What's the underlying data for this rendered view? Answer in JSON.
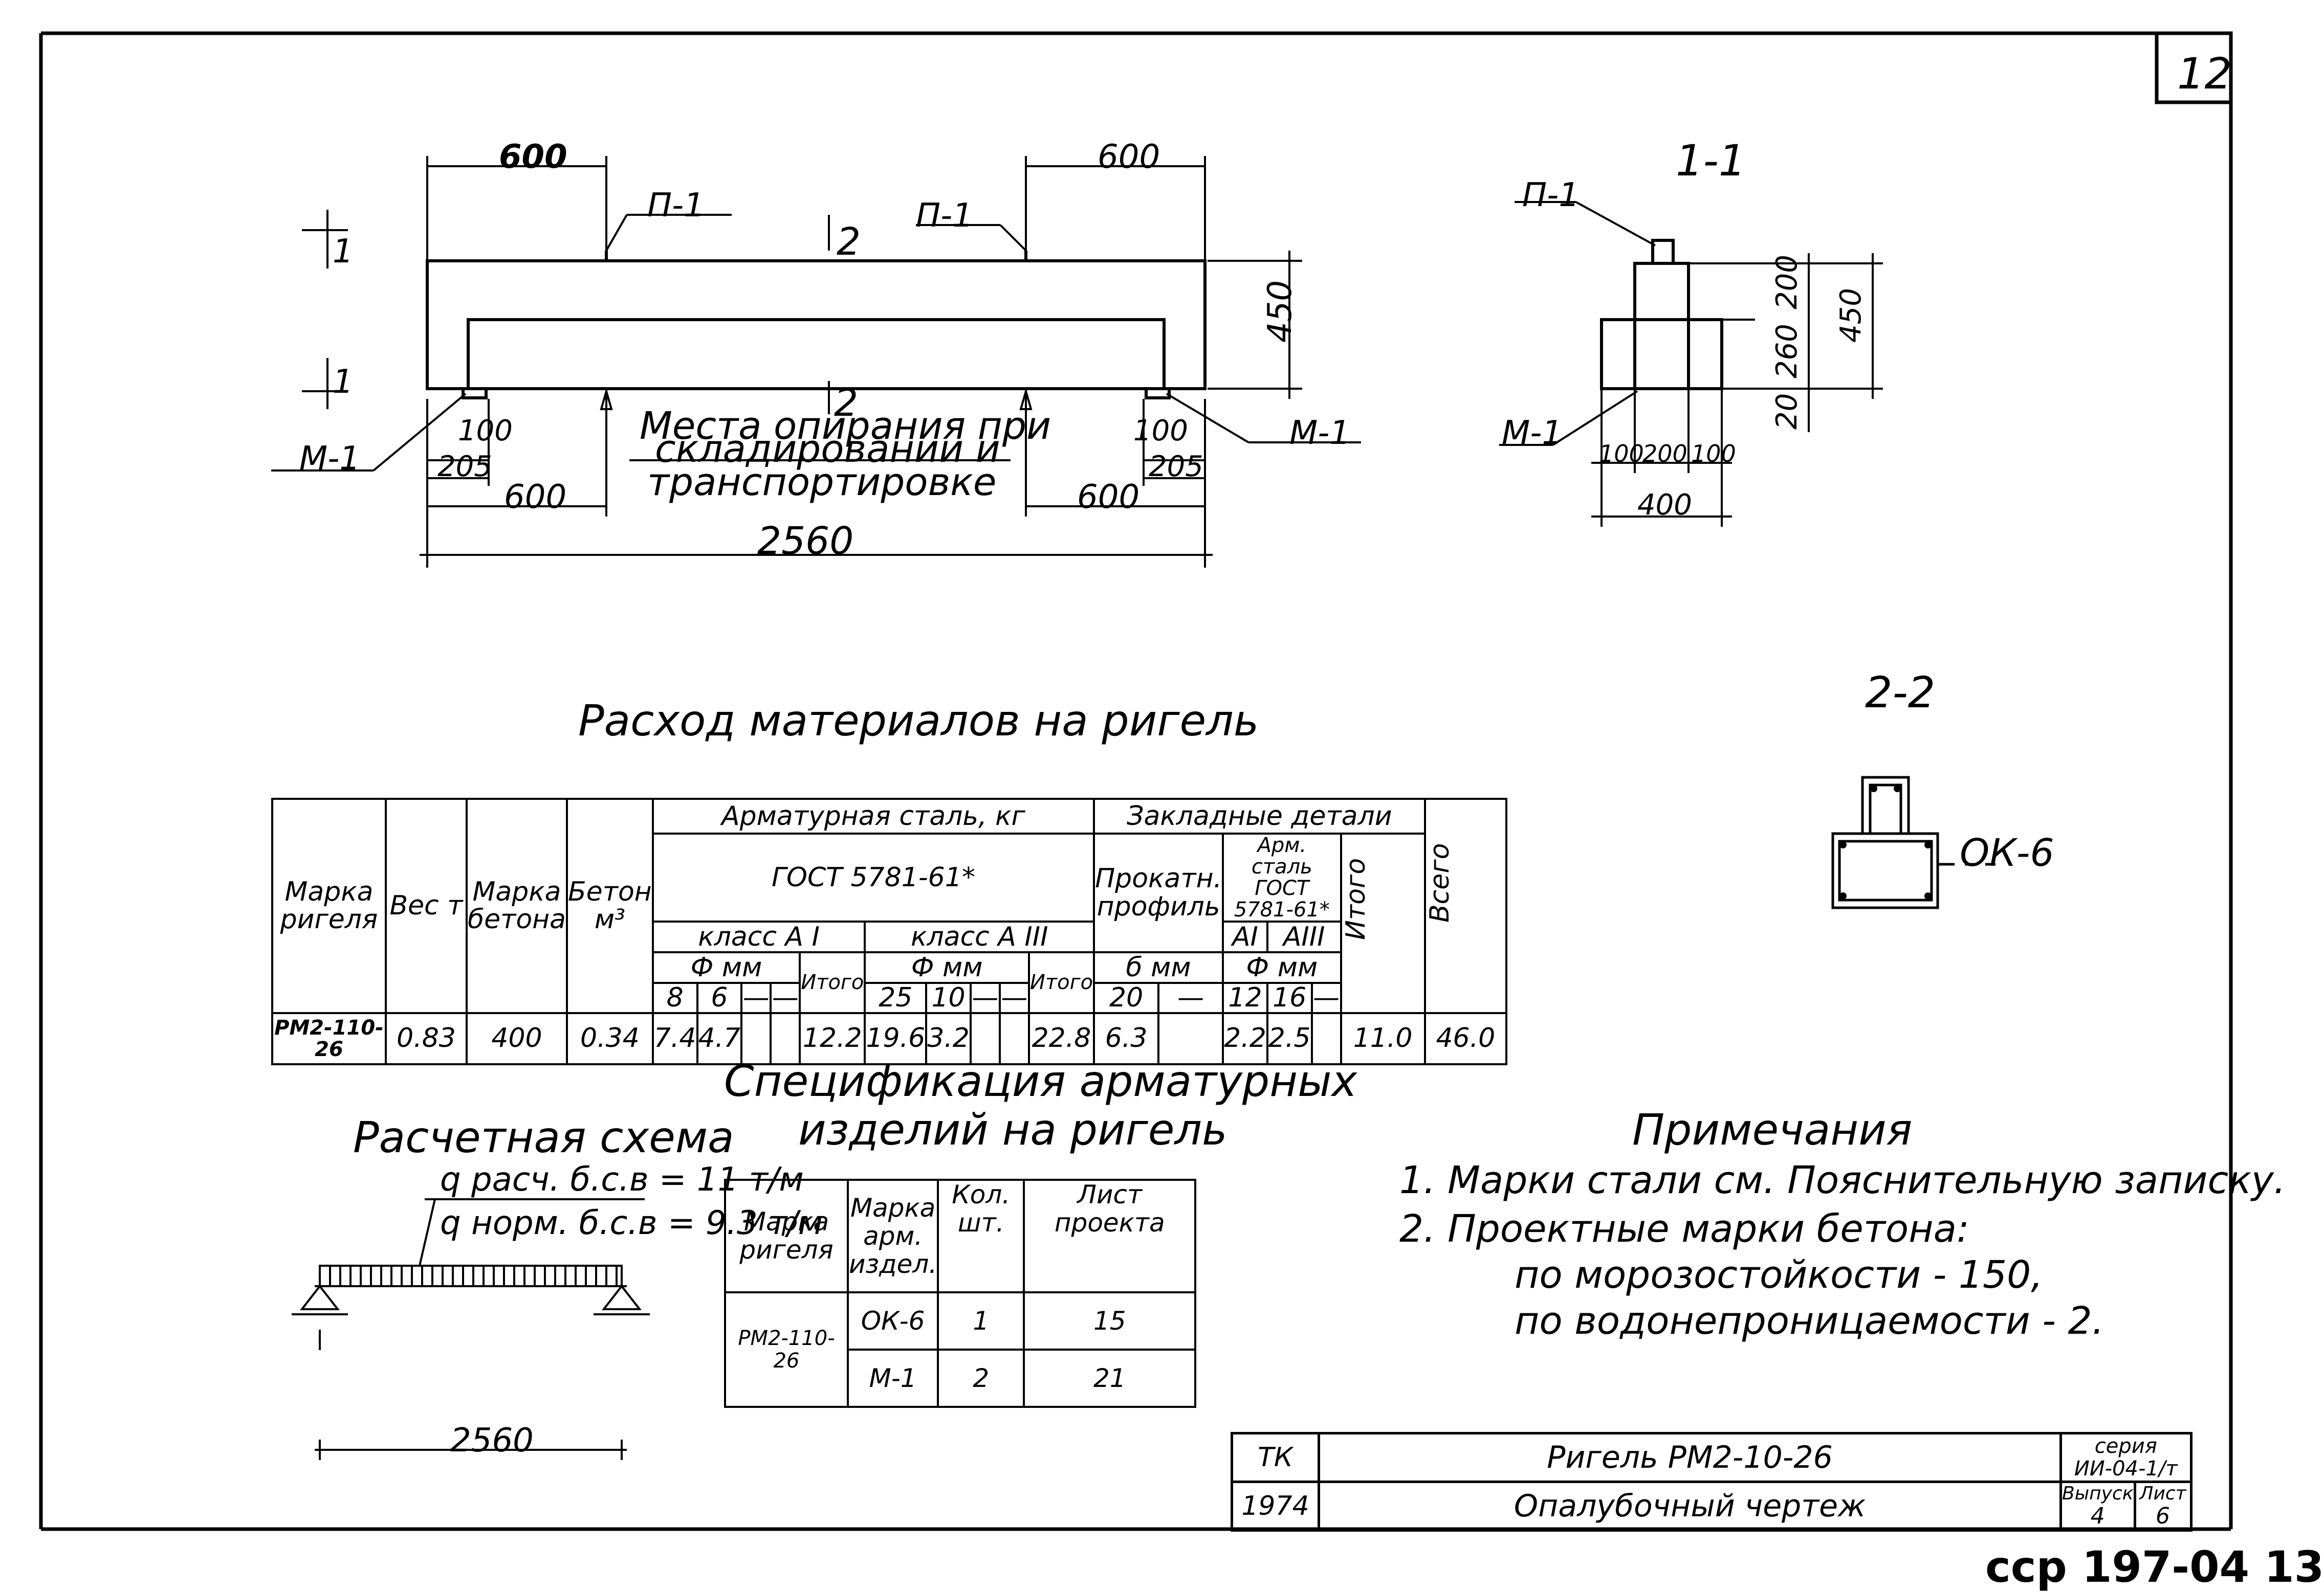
{
  "sheet_number": "12",
  "stamp": "сср 197-04 13",
  "elevation": {
    "dims_top_left": "600",
    "dims_top_right": "600",
    "label_p1_left": "П-1",
    "label_p1_right": "П-1",
    "section_mark_top": "2",
    "section_mark_bottom": "2",
    "section_arrow_top": "1",
    "section_arrow_bottom": "1",
    "height_dim": "450",
    "label_m1_left": "М-1",
    "label_m1_right": "М-1",
    "dim_100_left": "100",
    "dim_205_left": "205",
    "dim_100_right": "100",
    "dim_205_right": "205",
    "dim_600_bottom_left": "600",
    "dim_600_bottom_right": "600",
    "dim_total": "2560",
    "support_note_line1": "Места опирания при",
    "support_note_line2": "складировании и",
    "support_note_line3": "транспортировке"
  },
  "section_1_1": {
    "title": "1-1",
    "label_p1": "П-1",
    "label_m1": "М-1",
    "dim_200": "200",
    "dim_260": "260",
    "dim_20": "20",
    "dim_450": "450",
    "dim_100_left": "100",
    "dim_200_mid": "200",
    "dim_100_right": "100",
    "dim_400": "400"
  },
  "section_2_2": {
    "title": "2-2",
    "label": "ОК-6"
  },
  "materials": {
    "title": "Расход материалов на ригель",
    "h_mark": "Марка ригеля",
    "h_weight": "Вес т",
    "h_concrete_grade": "Марка бетона",
    "h_concrete": "Бетон м³",
    "h_rebar": "Арматурная сталь, кг",
    "h_gost": "ГОСТ 5781-61*",
    "h_class_a1": "класс А I",
    "h_class_a3": "класс А III",
    "h_phi_mm": "Ф мм",
    "h_phi_mm2": "Ф мм",
    "h_total": "Итого",
    "h_total2": "Итого",
    "h_embedded": "Закладные детали",
    "h_rolled": "Прокатн. профиль",
    "h_rolled_size": "б мм",
    "h_arm_steel": "Арм. сталь ГОСТ 5781-61*",
    "h_a1": "AI",
    "h_a3": "AIII",
    "h_phi_mm3": "Ф мм",
    "h_total3": "Итого",
    "h_all": "Всего",
    "d_8": "8",
    "d_6": "6",
    "d_dash1": "—",
    "d_dash2": "—",
    "d_25": "25",
    "d_10": "10",
    "d_dash3": "—",
    "d_dash4": "—",
    "d_20": "20",
    "d_dash5": "—",
    "d_12": "12",
    "d_16": "16",
    "d_dash6": "—",
    "row_mark": "РМ2-110-26",
    "row_weight": "0.83",
    "row_grade": "400",
    "row_concrete": "0.34",
    "row_v8": "7.4",
    "row_v6": "4.7",
    "row_total_a1": "12.2",
    "row_v25": "19.6",
    "row_v10": "3.2",
    "row_total_a3": "22.8",
    "row_v20": "6.3",
    "row_v12": "2.2",
    "row_v16": "2.5",
    "row_total_emb": "11.0",
    "row_all": "46.0"
  },
  "spec": {
    "title_line1": "Спецификация арматурных",
    "title_line2": "изделий на ригель",
    "h_mark": "Марка ригеля",
    "h_item": "Марка арм. издел.",
    "h_qty": "Кол. шт.",
    "h_sheet": "Лист проекта",
    "row_mark": "РМ2-110-26",
    "r1_item": "ОК-6",
    "r1_qty": "1",
    "r1_sheet": "15",
    "r2_item": "М-1",
    "r2_qty": "2",
    "r2_sheet": "21"
  },
  "scheme": {
    "title": "Расчетная схема",
    "load1": "q расч. б.с.в = 11 т/м",
    "load2": "q норм. б.с.в = 9.3 т/м",
    "span": "2560"
  },
  "notes": {
    "title": "Примечания",
    "n1": "1. Марки стали см. Пояснительную записку.",
    "n2": "2. Проектные марки бетона:",
    "n3": "по морозостойкости - 150,",
    "n4": "по водонепроницаемости - 2."
  },
  "title_block": {
    "org": "ТК",
    "year": "1974",
    "name": "Ригель РМ2-10-26",
    "subname": "Опалубочный чертеж",
    "series_label": "серия",
    "series": "ИИ-04-1/т",
    "issue_label": "Выпуск",
    "issue": "4",
    "sheet_label": "Лист",
    "sheet": "6"
  }
}
